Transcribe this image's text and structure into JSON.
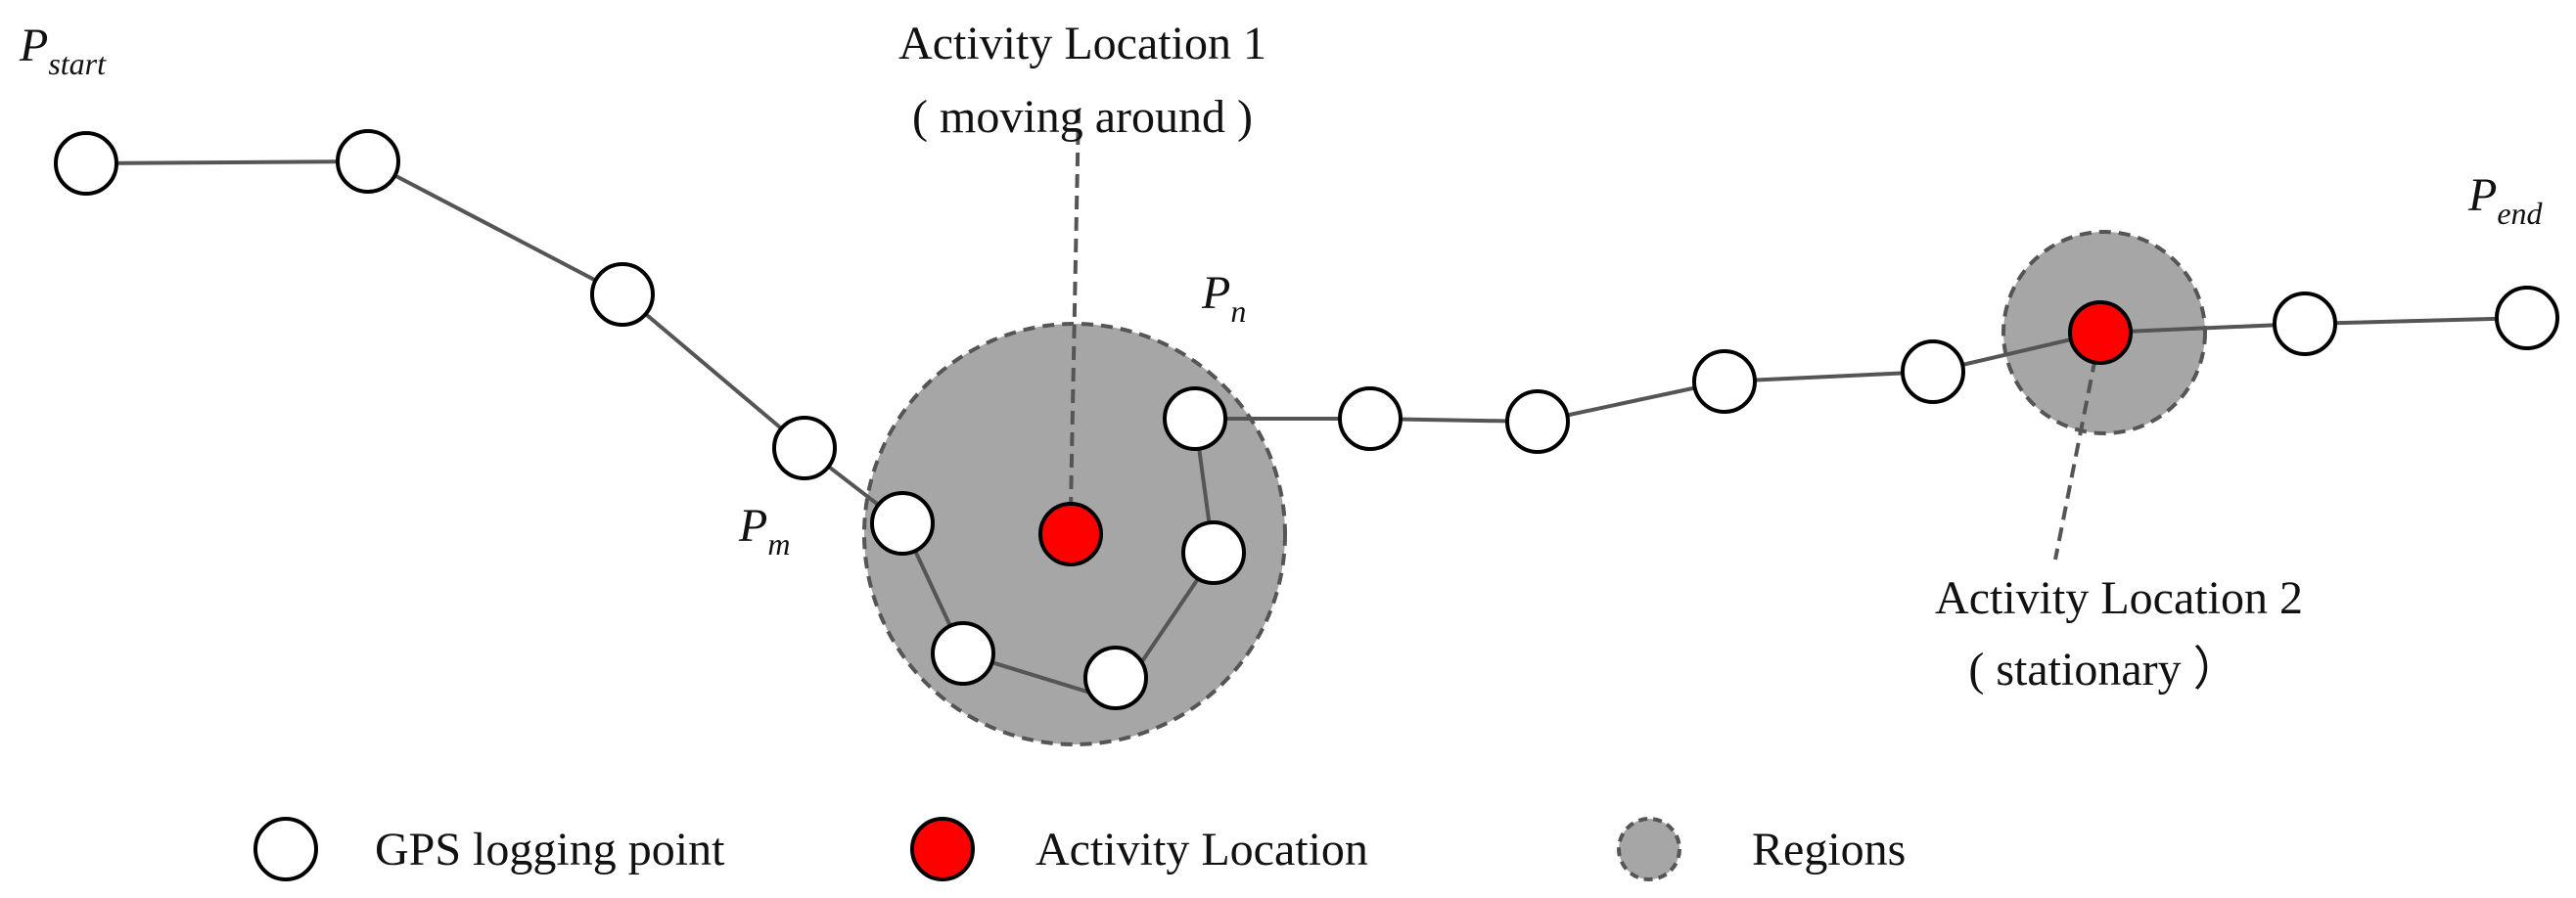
{
  "labels": {
    "start": {
      "base": "P",
      "sub": "start"
    },
    "end": {
      "base": "P",
      "sub": "end"
    },
    "m": {
      "base": "P",
      "sub": "m"
    },
    "n": {
      "base": "P",
      "sub": "n"
    },
    "activity1": {
      "line1": "Activity Location 1",
      "line2": "( moving around )"
    },
    "activity2": {
      "line1": "Activity Location 2",
      "line2": "( stationary ）"
    }
  },
  "legend": {
    "gps": "GPS logging point",
    "activity": "Activity Location",
    "regions": "Regions"
  },
  "colors": {
    "region_fill": "#a6a6a6",
    "region_stroke": "#555555",
    "activity_fill": "#ff0000",
    "point_fill": "#ffffff",
    "outline": "#000000",
    "path": "#555555"
  }
}
